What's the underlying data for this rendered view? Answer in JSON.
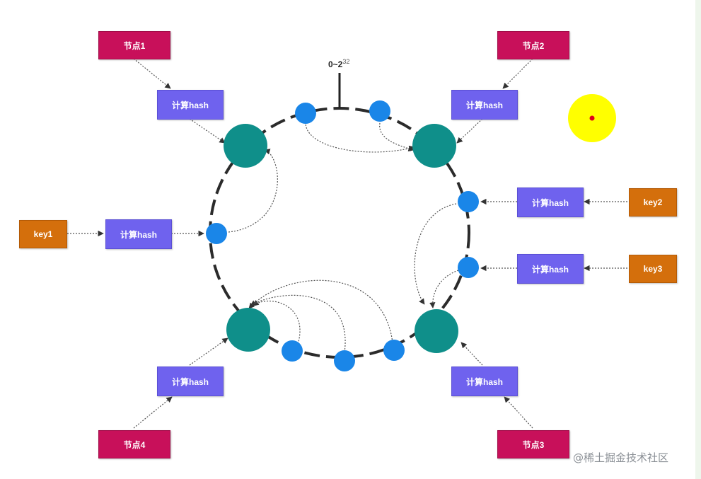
{
  "diagram": {
    "ring_label": {
      "base": "0~2",
      "exponent": "32"
    },
    "nodes": [
      "节点1",
      "节点2",
      "节点3",
      "节点4"
    ],
    "hash_label": "计算hash",
    "keys": [
      "key1",
      "key2",
      "key3"
    ],
    "colors": {
      "node_box": "#c8105a",
      "hash_box": "#6f62ee",
      "key_box": "#d46f0c",
      "ring_node": "#0f8f8a",
      "ring_key": "#1a86e8",
      "highlight": "#ffff00",
      "highlight_dot": "#e0001a"
    }
  },
  "watermark": "@稀土掘金技术社区"
}
